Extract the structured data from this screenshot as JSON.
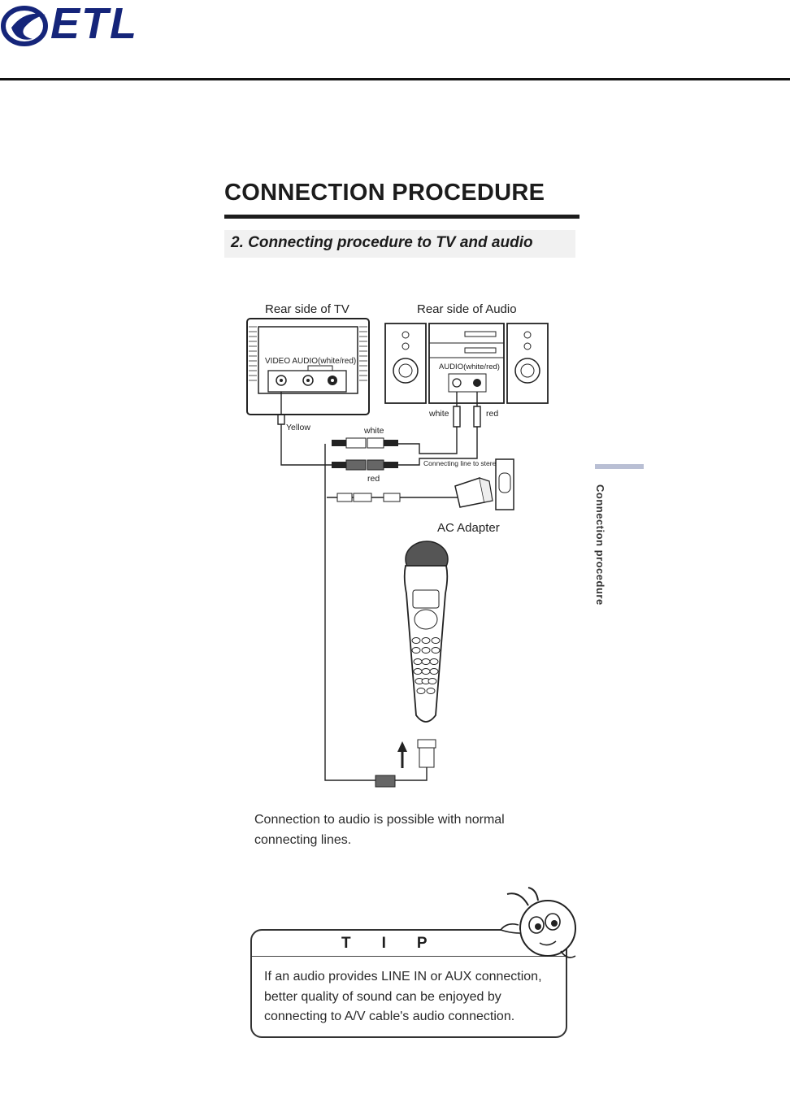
{
  "header": {
    "logo_text": "ETL"
  },
  "page": {
    "title": "CONNECTION PROCEDURE",
    "subtitle": "2. Connecting procedure to TV and audio",
    "side_label": "Connection procedure"
  },
  "diagram": {
    "tv_label": "Rear side of TV",
    "audio_label": "Rear side of Audio",
    "tv_ports": "VIDEO AUDIO(white/red)",
    "audio_ports": "AUDIO(white/red)",
    "yellow": "Yellow",
    "white_top": "white",
    "red_top": "red",
    "white_mid": "white",
    "red_mid": "red",
    "stereo_line": "Connecting line to stereo",
    "ac_adapter": "AC Adapter"
  },
  "caption": "Connection to audio is possible with normal connecting lines.",
  "tip": {
    "title": "TIP",
    "body": "If an audio provides LINE IN or AUX connection, better quality of sound can be enjoyed by connecting to A/V cable's audio connection."
  }
}
